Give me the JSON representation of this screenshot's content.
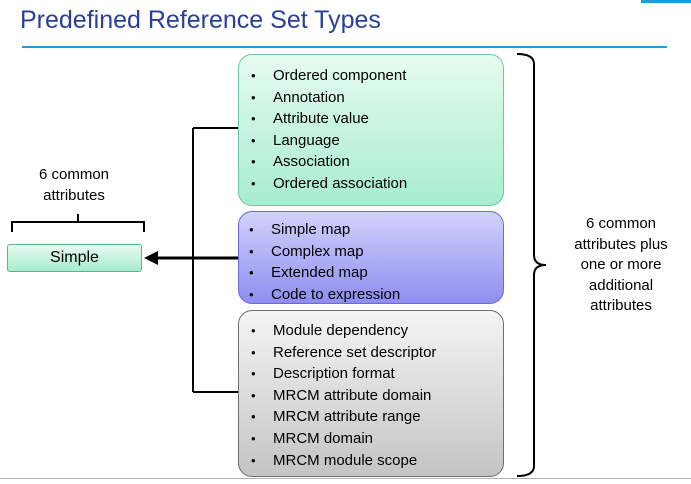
{
  "title": "Predefined Reference Set Types",
  "left_label_lines": [
    "6 common",
    "attributes"
  ],
  "simple_label": "Simple",
  "groups": {
    "green": [
      "Ordered component",
      "Annotation",
      "Attribute value",
      "Language",
      "Association",
      "Ordered association"
    ],
    "blue": [
      "Simple map",
      "Complex map",
      "Extended map",
      "Code to expression"
    ],
    "gray": [
      "Module dependency",
      "Reference set descriptor",
      "Description format",
      "MRCM attribute domain",
      "MRCM attribute range",
      "MRCM domain",
      "MRCM module scope"
    ]
  },
  "right_label_lines": [
    "6 common",
    "attributes plus",
    "one or more",
    "additional",
    "attributes"
  ],
  "bullet": "•",
  "colors": {
    "title": "#2b3f9a",
    "rule": "#1f9be0",
    "green_fill": "#a8ecd0",
    "blue_fill": "#8e8ef0",
    "gray_fill": "#c4c4c4"
  }
}
